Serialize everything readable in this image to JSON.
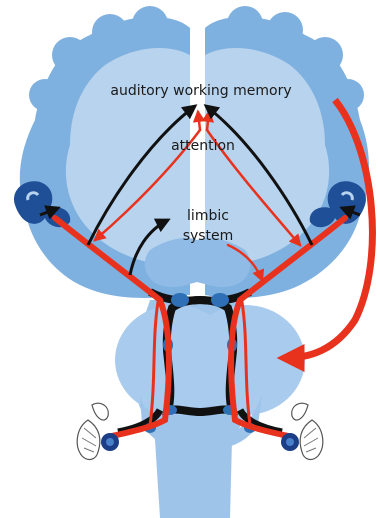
{
  "labels": {
    "top": "auditory working memory",
    "middle": "attention",
    "limbic_line1": "limbic",
    "limbic_line2": "system"
  },
  "colors": {
    "brain_light": "#b7d3ee",
    "brain_mid": "#7fb1e0",
    "brain_dark": "#2f6fb5",
    "cortex_dark": "#1f4f96",
    "pathway_black": "#111111",
    "pathway_red": "#e8321e",
    "ear": "#1c3e86"
  },
  "icons": [
    "left-ear-icon",
    "right-ear-icon"
  ]
}
